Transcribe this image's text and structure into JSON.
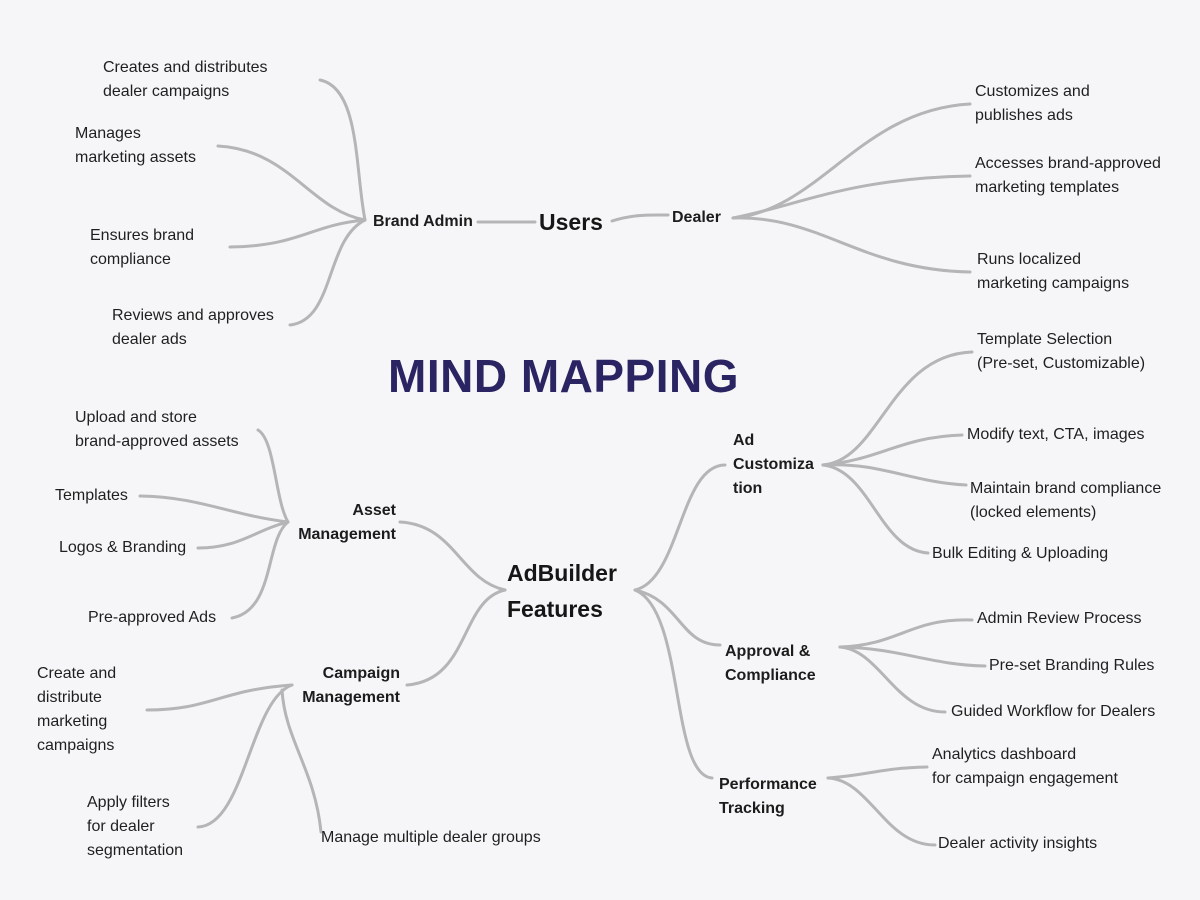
{
  "title": "MIND MAPPING",
  "colors": {
    "title": "#2b2463",
    "link": "#b5b5b7",
    "background": "#f6f6f8",
    "text": "#1f1f1f"
  },
  "users": {
    "label": "Users",
    "brand_admin": {
      "label": "Brand Admin",
      "items": [
        "Creates and distributes\ndealer campaigns",
        "Manages\nmarketing assets",
        "Ensures brand\ncompliance",
        "Reviews and approves\ndealer ads"
      ]
    },
    "dealer": {
      "label": "Dealer",
      "items": [
        "Customizes and\npublishes ads",
        "Accesses brand-approved\nmarketing templates",
        "Runs localized\nmarketing campaigns"
      ]
    }
  },
  "features": {
    "label": "AdBuilder\nFeatures",
    "asset_management": {
      "label": "Asset\nManagement",
      "items": [
        "Upload and store\nbrand-approved assets",
        "Templates",
        "Logos & Branding",
        "Pre-approved Ads"
      ]
    },
    "campaign_management": {
      "label": "Campaign\nManagement",
      "items": [
        "Create and\ndistribute\nmarketing\ncampaigns",
        "Apply filters\nfor dealer\nsegmentation",
        "Manage multiple dealer groups"
      ]
    },
    "ad_customization": {
      "label": "Ad\nCustomiza\ntion",
      "items": [
        "Template Selection\n(Pre-set, Customizable)",
        "Modify text, CTA, images",
        "Maintain brand compliance\n(locked elements)",
        "Bulk Editing & Uploading"
      ]
    },
    "approval_compliance": {
      "label": "Approval &\nCompliance",
      "items": [
        "Admin Review Process",
        "Pre-set Branding Rules",
        "Guided Workflow for Dealers"
      ]
    },
    "performance_tracking": {
      "label": "Performance\nTracking",
      "items": [
        "Analytics dashboard\nfor campaign engagement",
        "Dealer activity insights"
      ]
    }
  }
}
